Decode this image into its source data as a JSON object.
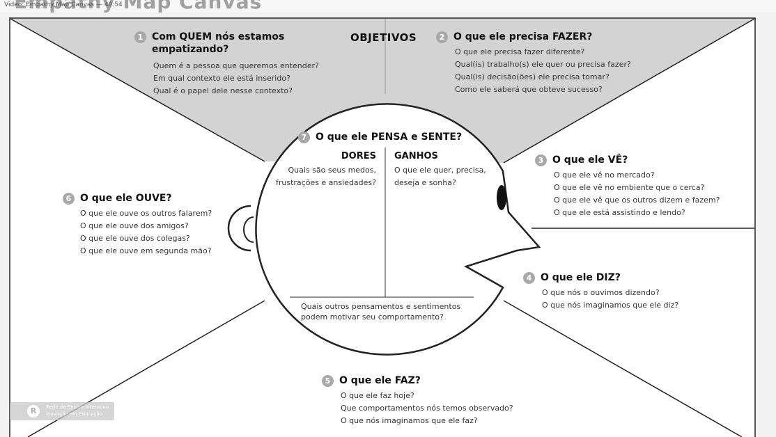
{
  "overlay": {
    "title": "Empathy Map Canvas",
    "caption": "Video: Empathy Map Canvas — 40:54"
  },
  "objetivos_label": "OBJETIVOS",
  "sections": {
    "s1": {
      "num": "1",
      "title_line1": "Com QUEM nós estamos",
      "title_line2": "empatizando?",
      "questions": [
        "Quem é a pessoa que queremos entender?",
        "Em qual contexto ele está inserido?",
        "Qual é o papel dele nesse contexto?"
      ]
    },
    "s2": {
      "num": "2",
      "title": "O que ele precisa FAZER?",
      "questions": [
        "O que ele precisa fazer diferente?",
        "Qual(is) trabalho(s) ele quer ou precisa fazer?",
        "Qual(is) decisão(ões) ele precisa tomar?",
        "Como ele saberá que obteve sucesso?"
      ]
    },
    "s3": {
      "num": "3",
      "title": "O que ele VÊ?",
      "questions": [
        "O que ele vê no mercado?",
        "O que ele vê no embiente que o cerca?",
        "O que ele vê que os outros dizem e fazem?",
        "O que ele está assistindo e lendo?"
      ]
    },
    "s4": {
      "num": "4",
      "title": "O que ele DIZ?",
      "questions": [
        "O que nós o ouvimos dizendo?",
        "O que nós imaginamos que ele diz?"
      ]
    },
    "s5": {
      "num": "5",
      "title": "O que ele FAZ?",
      "questions": [
        "O que ele faz hoje?",
        "Que comportamentos nós temos observado?",
        "O que nós imaginamos que ele faz?"
      ]
    },
    "s6": {
      "num": "6",
      "title": "O que ele OUVE?",
      "questions": [
        "O que ele ouve os outros falarem?",
        "O que ele ouve dos amigos?",
        "O que ele ouve dos colegas?",
        "O que ele ouve em segunda mão?"
      ]
    },
    "s7": {
      "num": "7",
      "title": "O que ele PENSA e SENTE?",
      "dores": {
        "label": "DORES",
        "line1": "Quais são seus medos,",
        "line2": "frustrações e ansiedades?"
      },
      "ganhos": {
        "label": "GANHOS",
        "line1": "O que ele quer, precisa,",
        "line2": "deseja e sonha?"
      },
      "bottom_line1": "Quais outros pensamentos e sentimentos",
      "bottom_line2": "podem motivar seu comportamento?"
    }
  },
  "badge": {
    "letter": "R",
    "line1": "Rede de Ensino Interativo",
    "line2": "Inovação em Educação"
  },
  "colors": {
    "objectives_fill": "#d3d3d3",
    "canvas_fill": "#ffffff",
    "line": "#222222",
    "number_badge": "#a8a8a8"
  }
}
